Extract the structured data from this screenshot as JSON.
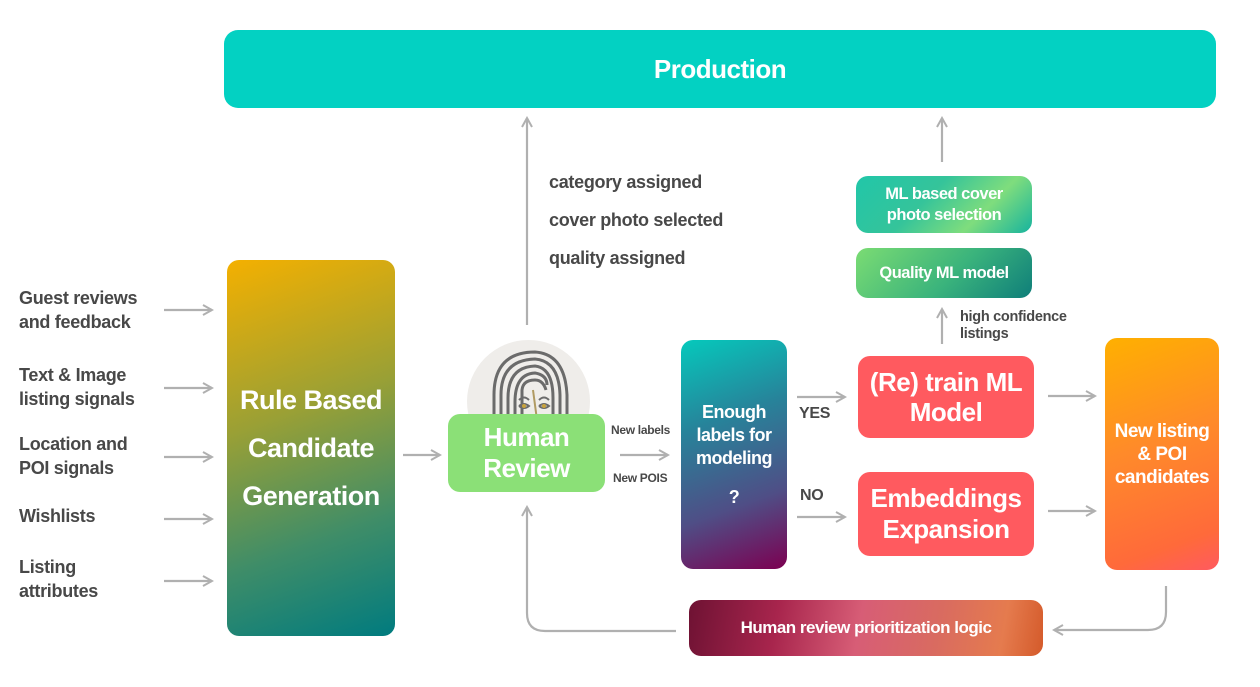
{
  "production": {
    "label": "Production"
  },
  "inputs": [
    {
      "line1": "Guest reviews",
      "line2": "and feedback"
    },
    {
      "line1": "Text & Image",
      "line2": "listing signals"
    },
    {
      "line1": "Location and",
      "line2": "POI signals"
    },
    {
      "line1": "Wishlists",
      "line2": ""
    },
    {
      "line1": "Listing",
      "line2": "attributes"
    }
  ],
  "rule_based": {
    "line1": "Rule Based",
    "line2": "Candidate",
    "line3": "Generation"
  },
  "human_review": {
    "line1": "Human",
    "line2": "Review"
  },
  "outputs": {
    "category": "category assigned",
    "cover_photo": "cover photo selected",
    "quality": "quality assigned"
  },
  "edge_labels": {
    "new_labels": "New labels",
    "new_pois": "New POIS",
    "yes": "YES",
    "no": "NO",
    "high_confidence_line1": "high confidence",
    "high_confidence_line2": "listings"
  },
  "enough_labels": {
    "line1": "Enough",
    "line2": "labels for",
    "line3": "modeling",
    "question": "?"
  },
  "retrain": {
    "line1": "(Re) train ML",
    "line2": "Model"
  },
  "embeddings": {
    "line1": "Embeddings",
    "line2": "Expansion"
  },
  "new_candidates": {
    "line1": "New listing",
    "line2": "& POI",
    "line3": "candidates"
  },
  "cover_photo_model": {
    "line1": "ML based cover",
    "line2": "photo selection"
  },
  "quality_model": {
    "label": "Quality ML model"
  },
  "prioritization": {
    "label": "Human review prioritization logic"
  },
  "colors": {
    "production": "#03d1c2",
    "human_review": "#8be077",
    "retrain": "#ff5a5f",
    "embeddings": "#ff5a5f",
    "arrow": "#b0b0b0",
    "text": "#484848"
  }
}
